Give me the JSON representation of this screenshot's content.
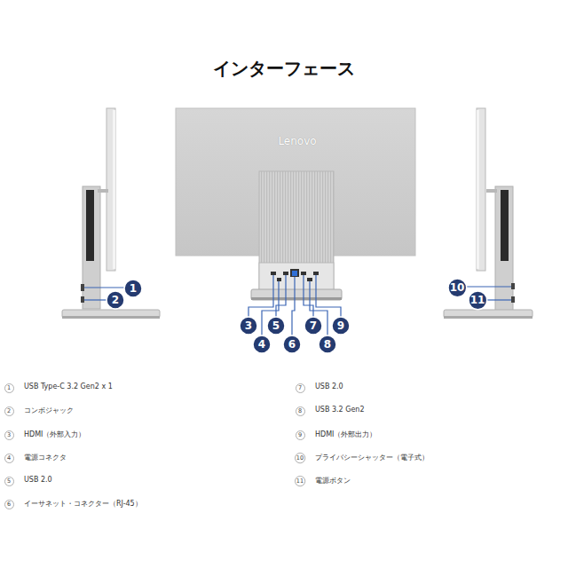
{
  "diagram": {
    "title": "インターフェース",
    "nodes": [
      {
        "text": [
          "1"
        ]
      },
      {
        "text": [
          "2"
        ]
      },
      {
        "text": [
          "3"
        ]
      },
      {
        "text": [
          "4"
        ]
      },
      {
        "text": [
          "5"
        ]
      },
      {
        "text": [
          "6"
        ]
      },
      {
        "text": [
          "7"
        ]
      },
      {
        "text": [
          "8"
        ]
      },
      {
        "text": [
          "9"
        ]
      },
      {
        "text": [
          "10"
        ]
      },
      {
        "text": [
          "11"
        ]
      },
      {
        "text": [
          "1"
        ]
      },
      {
        "text": [
          "2"
        ]
      },
      {
        "text": [
          "3"
        ]
      },
      {
        "text": [
          "4"
        ]
      },
      {
        "text": [
          "5"
        ]
      },
      {
        "text": [
          "6"
        ]
      },
      {
        "text": [
          "7"
        ]
      },
      {
        "text": [
          "8"
        ]
      },
      {
        "text": [
          "9"
        ]
      },
      {
        "text": [
          "10"
        ]
      },
      {
        "text": [
          "11"
        ]
      }
    ],
    "labels": [
      "Lenovo",
      "USB Type-C 3.2 Gen2 x 1",
      "コンボジャック",
      "HDMI（外部入力）",
      "電源コネクタ",
      "USB 2.0",
      "イーサネット・コネクター（RJ-45）",
      "USB 2.0",
      "USB 3.2 Gen2",
      "HDMI（外部出力）",
      "プライバシーシャッター（電子式）",
      "電源ボタン"
    ]
  }
}
